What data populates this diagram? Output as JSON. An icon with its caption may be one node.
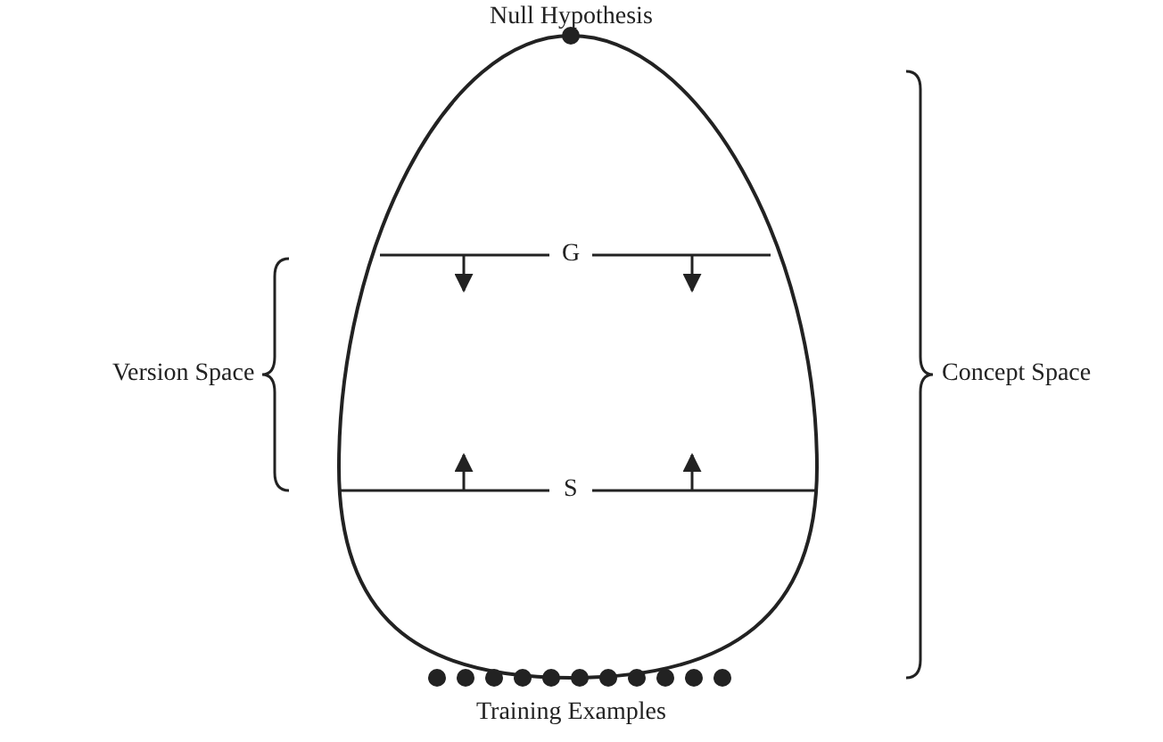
{
  "diagram": {
    "labels": [
      "Null Hypothesis",
      "G",
      "Version Space",
      "S",
      "Concept Space",
      "Training Examples"
    ]
  }
}
